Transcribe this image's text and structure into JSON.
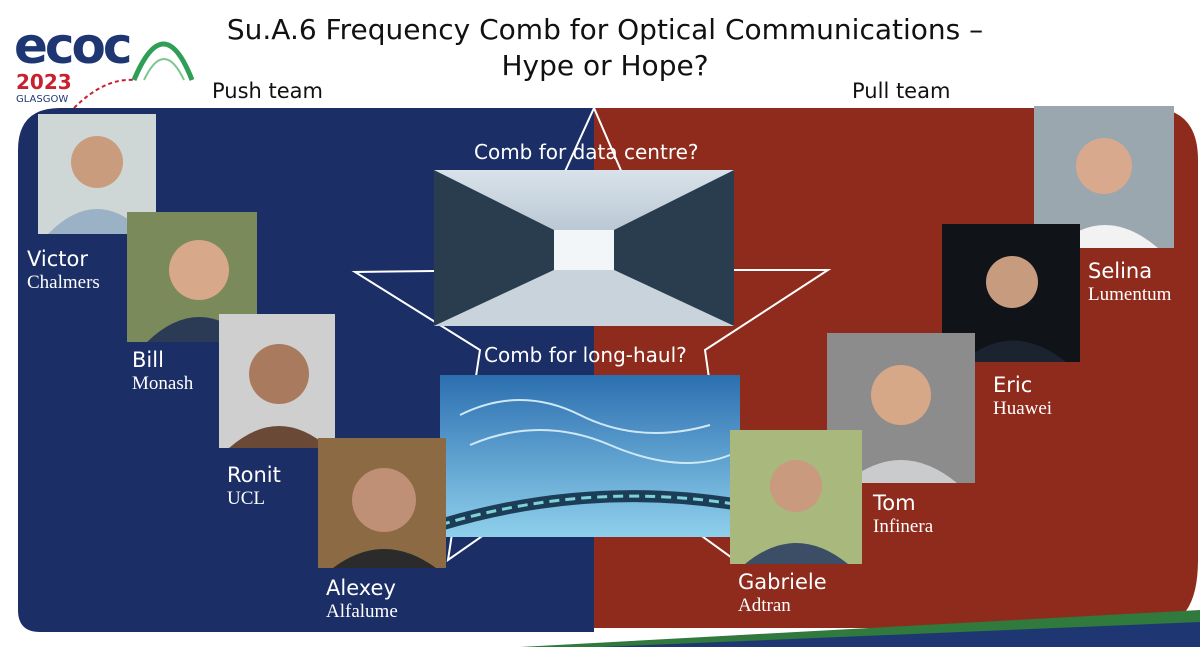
{
  "logo": {
    "text": "ecoc",
    "year": "2023",
    "city": "GLASGOW"
  },
  "title": {
    "line1": "Su.A.6 Frequency Comb for Optical Communications –",
    "line2": "Hype or Hope?"
  },
  "teams": {
    "push": "Push team",
    "pull": "Pull team"
  },
  "questions": {
    "data_centre": "Comb for data centre?",
    "long_haul": "Comb for long-haul?"
  },
  "push_speakers": [
    {
      "name": "Victor",
      "org": "Chalmers"
    },
    {
      "name": "Bill",
      "org": "Monash"
    },
    {
      "name": "Ronit",
      "org": "UCL"
    },
    {
      "name": "Alexey",
      "org": "Alfalume"
    }
  ],
  "pull_speakers": [
    {
      "name": "Selina",
      "org": "Lumentum"
    },
    {
      "name": "Eric",
      "org": "Huawei"
    },
    {
      "name": "Tom",
      "org": "Infinera"
    },
    {
      "name": "Gabriele",
      "org": "Adtran"
    }
  ],
  "colors": {
    "push_panel": "#1b2e66",
    "pull_panel": "#8f2b1c",
    "logo_blue": "#1e3773",
    "logo_red": "#c8202f",
    "logo_green": "#2f9e57"
  }
}
